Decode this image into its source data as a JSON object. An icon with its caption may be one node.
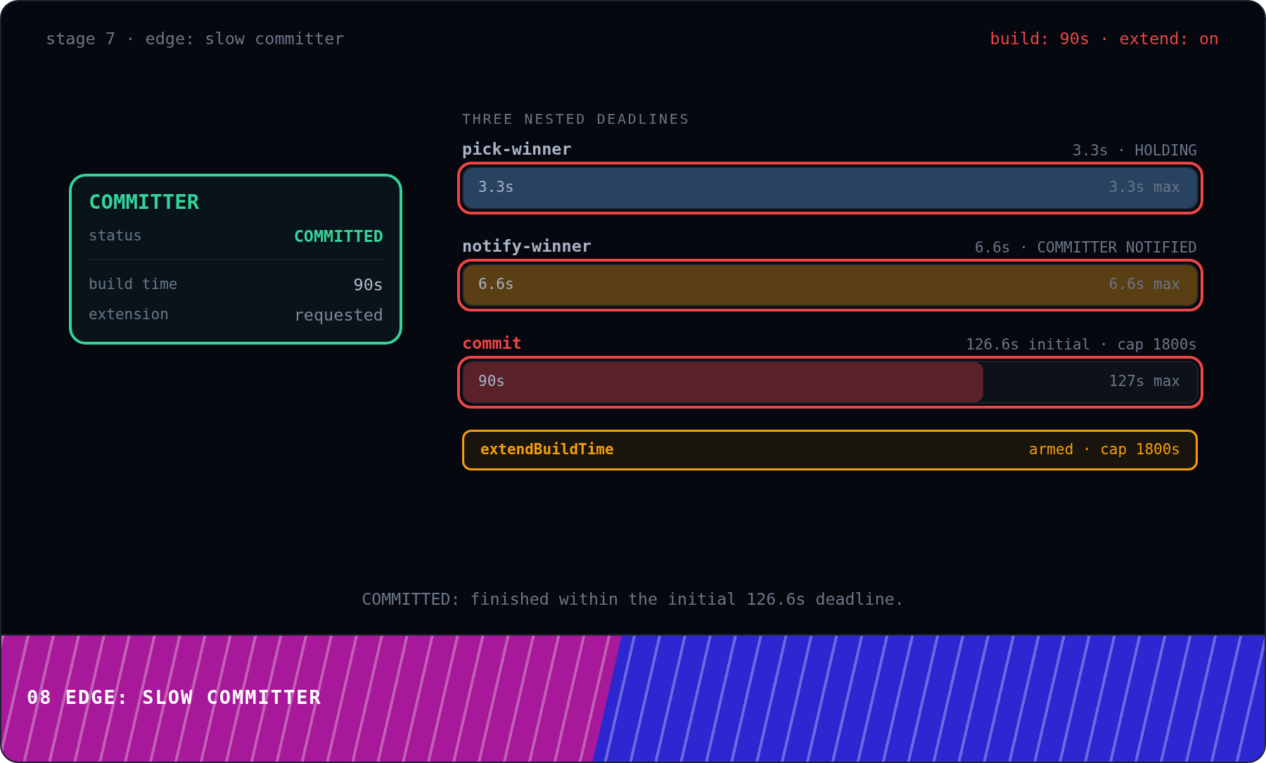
{
  "diagram": {
    "caption": "COMMITTED: finished within the initial 126.6s deadline.",
    "nodes": [
      {
        "text": [
          "COMMITTER",
          "status",
          "COMMITTED",
          "build time",
          "90s",
          "extension",
          "requested"
        ]
      },
      {
        "text": [
          "pick-winner",
          "3.3s",
          "3.3s max"
        ],
        "beside": [
          "3.3s · HOLDING"
        ]
      },
      {
        "text": [
          "notify-winner",
          "6.6s",
          "6.6s max"
        ],
        "beside": [
          "6.6s · COMMITTER NOTIFIED"
        ]
      },
      {
        "text": [
          "commit",
          "90s",
          "127s max"
        ],
        "beside": [
          "126.6s initial · cap 1800s"
        ]
      },
      {
        "text": [
          "extendBuildTime",
          "armed · cap 1800s"
        ]
      },
      {
        "text": [
          "08 EDGE: SLOW COMMITTER"
        ]
      }
    ],
    "labels": [
      "stage 7 · edge: slow committer",
      "build: 90s · extend: on",
      "THREE NESTED DEADLINES"
    ]
  }
}
